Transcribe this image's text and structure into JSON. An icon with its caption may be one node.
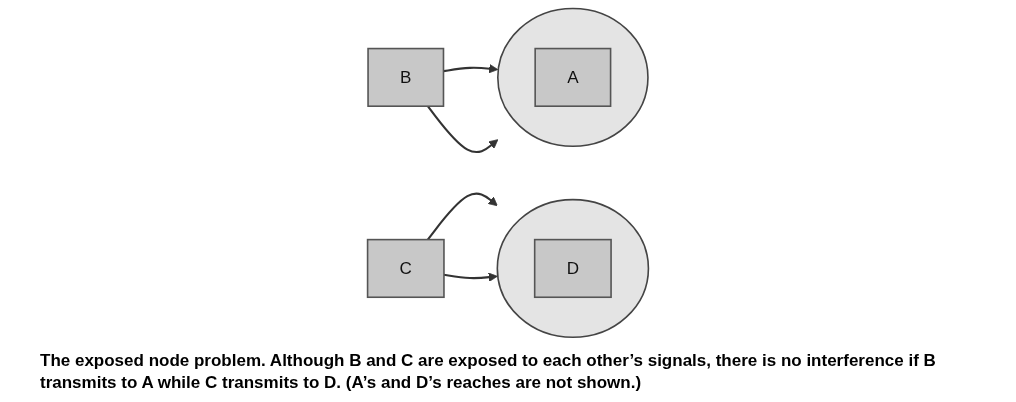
{
  "diagram": {
    "caption": "The exposed node problem. Although B and C are exposed to each other’s signals, there is no interference if B transmits to A while C transmits to D. (A’s and D’s reaches are not shown.)",
    "nodes": [
      {
        "text": [],
        "shape": "circle"
      },
      {
        "text": [
          "A"
        ],
        "in": 0
      },
      {
        "text": [
          "B"
        ]
      },
      {
        "text": [],
        "shape": "circle"
      },
      {
        "text": [
          "C"
        ]
      },
      {
        "text": [
          "D"
        ],
        "in": 3
      }
    ],
    "edges": [
      {
        "from": 2,
        "to": 0,
        "arrow": "to"
      },
      {
        "from": 2,
        "to": 0,
        "arrow": "to"
      },
      {
        "from": 4,
        "to": 3,
        "arrow": "to"
      },
      {
        "from": 4,
        "to": 3,
        "arrow": "to"
      }
    ]
  }
}
